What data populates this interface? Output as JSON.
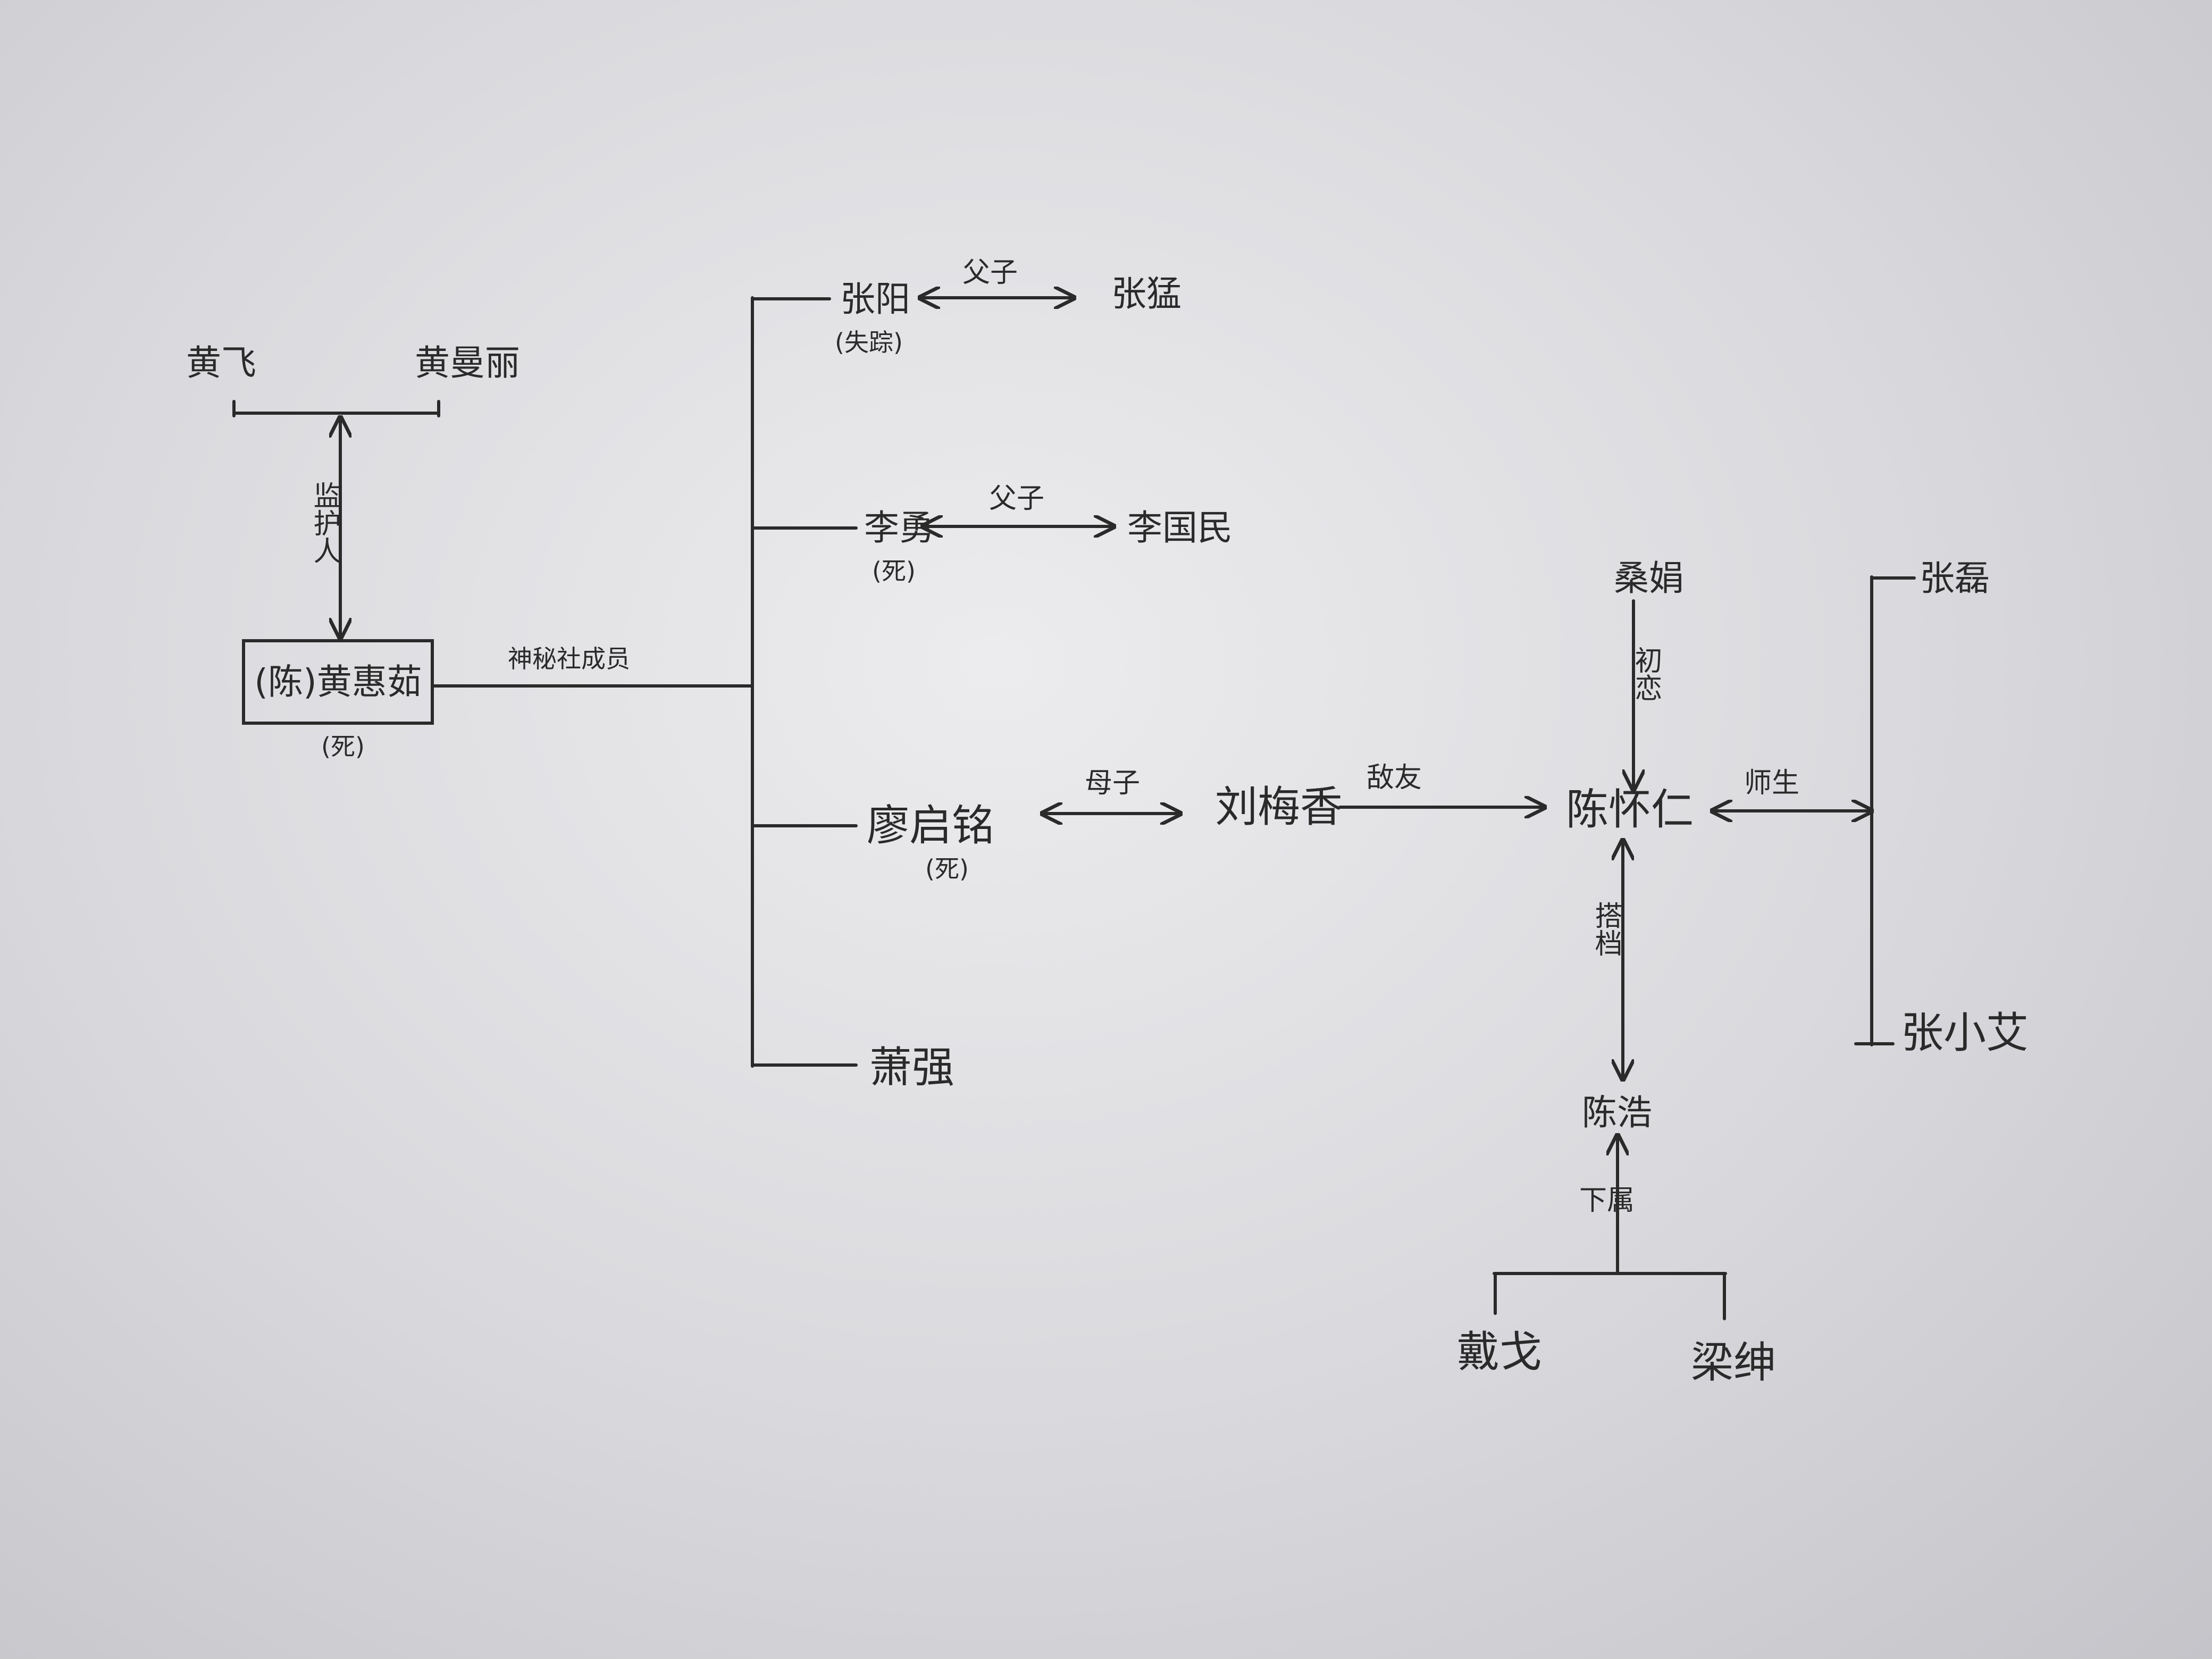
{
  "nodes": {
    "huang_fei": "黄飞",
    "huang_manli": "黄曼丽",
    "huang_huiru": "(陈)黄惠茹",
    "huang_huiru_note": "(死)",
    "zhang_yang": "张阳",
    "zhang_yang_note": "(失踪)",
    "zhang_meng": "张猛",
    "li_yong": "李勇",
    "li_yong_note": "(死)",
    "li_guomin": "李国民",
    "liao_qiming": "廖启铭",
    "liao_qiming_note": "(死)",
    "liu_meixiang": "刘梅香",
    "xun_qiang": "萧强",
    "sang_juan": "桑娟",
    "chen_huairen": "陈怀仁",
    "zhang_lei": "张磊",
    "zhang_xiaoai": "张小艾",
    "chen_hao": "陈浩",
    "dai_ge": "戴戈",
    "liang_shen": "梁绅"
  },
  "relations": {
    "guardian": "监护人",
    "society_member": "神秘社成员",
    "father_son_1": "父子",
    "father_son_2": "父子",
    "mother_son": "母子",
    "enemy": "敌友",
    "first_love": "初恋",
    "teacher_student": "师生",
    "partner": "搭档",
    "subordinate": "下属"
  }
}
